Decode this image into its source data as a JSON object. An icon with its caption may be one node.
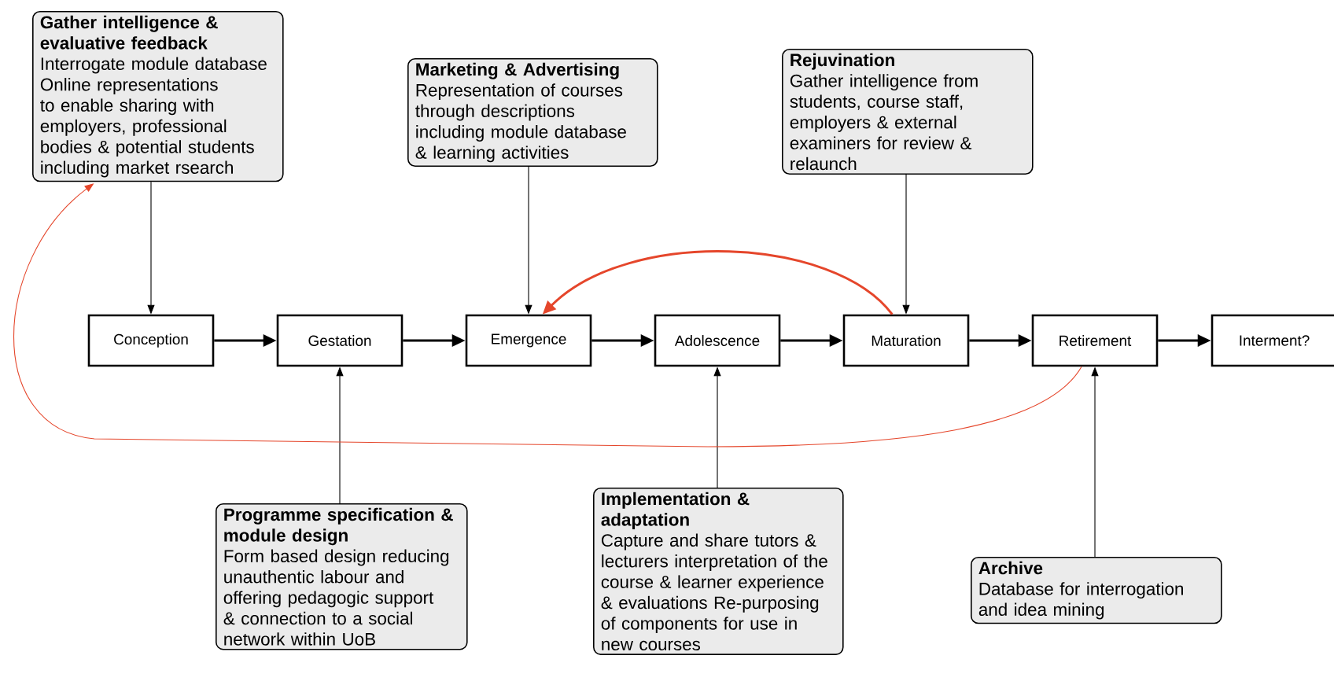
{
  "diagram": {
    "nodes": [
      {
        "text": [
          "Gather intelligence & evaluative feedback",
          "Interrogate module database Online representations to enable sharing with employers, professional bodies & potential students including market rsearch"
        ]
      },
      {
        "text": [
          "Marketing & Advertising",
          "Representation of courses through descriptions including module database & learning activities"
        ]
      },
      {
        "text": [
          "Rejuvination",
          "Gather intelligence from students, course staff, employers & external examiners for review & relaunch"
        ]
      },
      {
        "text": [
          "Conception"
        ]
      },
      {
        "text": [
          "Gestation"
        ]
      },
      {
        "text": [
          "Emergence"
        ]
      },
      {
        "text": [
          "Adolescence"
        ]
      },
      {
        "text": [
          "Maturation"
        ]
      },
      {
        "text": [
          "Retirement"
        ]
      },
      {
        "text": [
          "Interment?"
        ]
      },
      {
        "text": [
          "Programme specification & module design",
          "Form based design reducing unauthentic labour and offering pedagogic support & connection to a social network within UoB"
        ]
      },
      {
        "text": [
          "Implementation & adaptation",
          "Capture and share tutors & lecturers interpretation of the course & learner experience & evaluations Re-purposing of components for use in new courses"
        ]
      },
      {
        "text": [
          "Archive",
          "Database for interrogation and idea mining"
        ]
      }
    ],
    "edges": [
      {
        "from": 3,
        "to": 4,
        "arrow": "to"
      },
      {
        "from": 4,
        "to": 5,
        "arrow": "to"
      },
      {
        "from": 5,
        "to": 6,
        "arrow": "to"
      },
      {
        "from": 6,
        "to": 7,
        "arrow": "to"
      },
      {
        "from": 7,
        "to": 8,
        "arrow": "to"
      },
      {
        "from": 8,
        "to": 9,
        "arrow": "to"
      },
      {
        "from": 0,
        "to": 3,
        "arrow": "to"
      },
      {
        "from": 1,
        "to": 5,
        "arrow": "to"
      },
      {
        "from": 2,
        "to": 7,
        "arrow": "to"
      },
      {
        "from": 10,
        "to": 4,
        "arrow": "to"
      },
      {
        "from": 11,
        "to": 6,
        "arrow": "to"
      },
      {
        "from": 12,
        "to": 8,
        "arrow": "to"
      },
      {
        "from": 7,
        "to": 5,
        "arrow": "to",
        "color": "#e5462b"
      },
      {
        "from": 8,
        "to": 0,
        "arrow": "to",
        "color": "#e5462b"
      }
    ]
  }
}
